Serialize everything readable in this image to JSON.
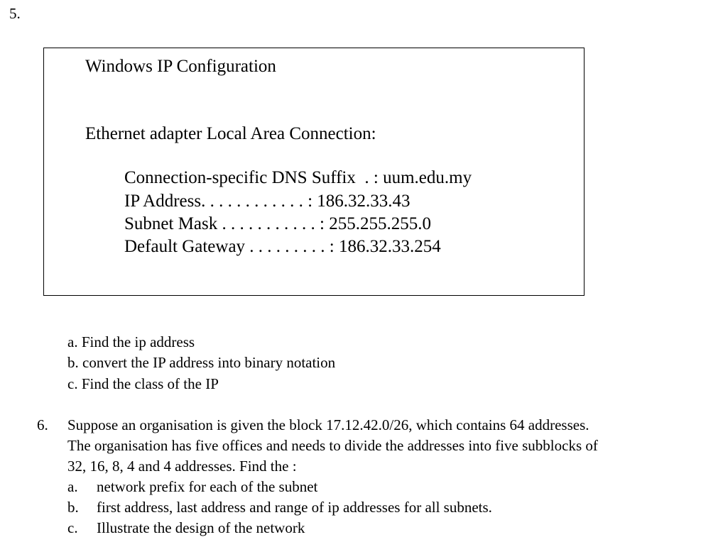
{
  "question5": {
    "number": "5.",
    "box": {
      "title": "Windows IP Configuration",
      "adapter": "Ethernet adapter Local Area Connection:",
      "lines": [
        "Connection-specific DNS Suffix  . : uum.edu.my",
        "IP Address. . . . . . . . . . . . : 186.32.33.43",
        "Subnet Mask . . . . . . . . . . . : 255.255.255.0",
        "Default Gateway . . . . . . . . . : 186.32.33.254"
      ]
    },
    "subquestions": [
      "a. Find the ip address",
      "b. convert the IP address into binary notation",
      "c. Find the class of the IP"
    ]
  },
  "question6": {
    "number": "6.",
    "lines": [
      "Suppose an organisation is given the block 17.12.42.0/26, which contains 64 addresses.",
      "The organisation has five offices and needs to divide the addresses into five subblocks of",
      "32, 16, 8, 4 and 4 addresses. Find the :"
    ],
    "items": [
      {
        "letter": "a.",
        "text": "network prefix for each of the subnet"
      },
      {
        "letter": "b.",
        "text": "first address, last address and range of ip addresses for all subnets."
      },
      {
        "letter": "c.",
        "text": "Illustrate the design of the network"
      }
    ]
  }
}
